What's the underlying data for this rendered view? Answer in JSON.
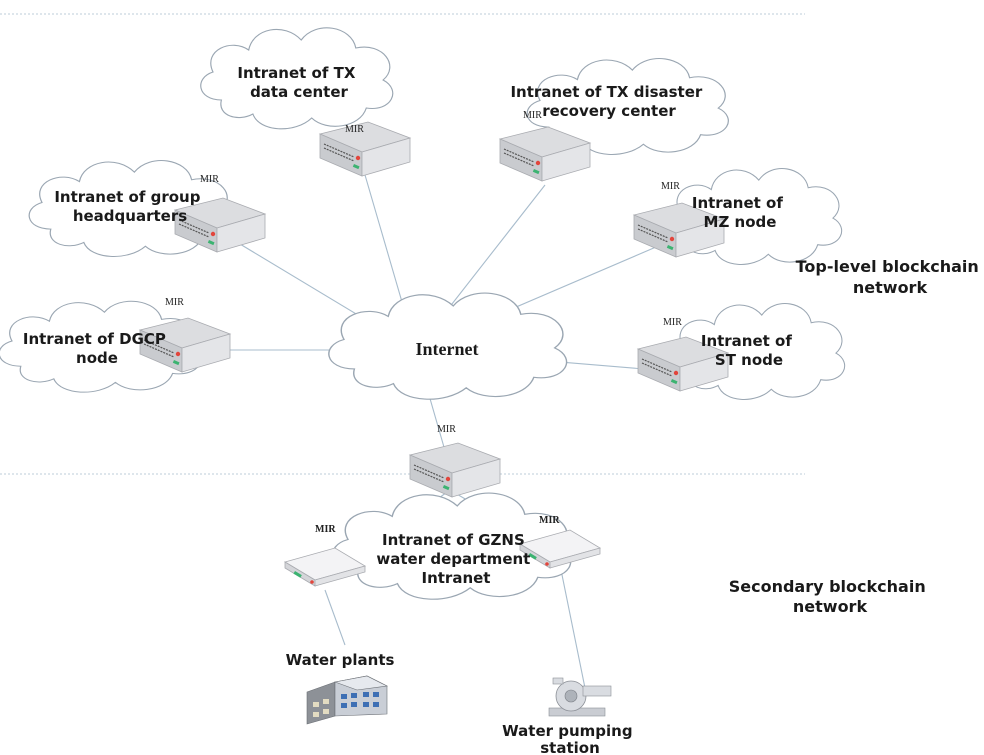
{
  "intranets": {
    "tx_data_center": [
      "Intranet of TX",
      "data center"
    ],
    "tx_disaster": [
      "Intranet of TX disaster",
      "recovery center"
    ],
    "group_hq": [
      "Intranet of group",
      "headquarters"
    ],
    "mz_node": [
      "Intranet of",
      "MZ node"
    ],
    "dgcp_node": [
      "Intranet of DGCP",
      "node"
    ],
    "st_node": [
      "Intranet of",
      "ST node"
    ],
    "gzns": [
      "Intranet of GZNS",
      "water department",
      "Intranet"
    ]
  },
  "internet": "Internet",
  "router_label": "MIR",
  "networks": {
    "top": [
      "Top-level blockchain",
      "network"
    ],
    "secondary": [
      "Secondary blockchain",
      "network"
    ]
  },
  "endpoints": {
    "water_plants": "Water plants",
    "pumping": [
      "Water pumping",
      "station"
    ]
  },
  "colors": {
    "link": "#a8bccc",
    "cloud_stroke": "#9aa6b2",
    "server_top": "#d8d9dc",
    "server_side": "#b9bbc0",
    "led_red": "#e2453c",
    "led_green": "#3cb371"
  }
}
